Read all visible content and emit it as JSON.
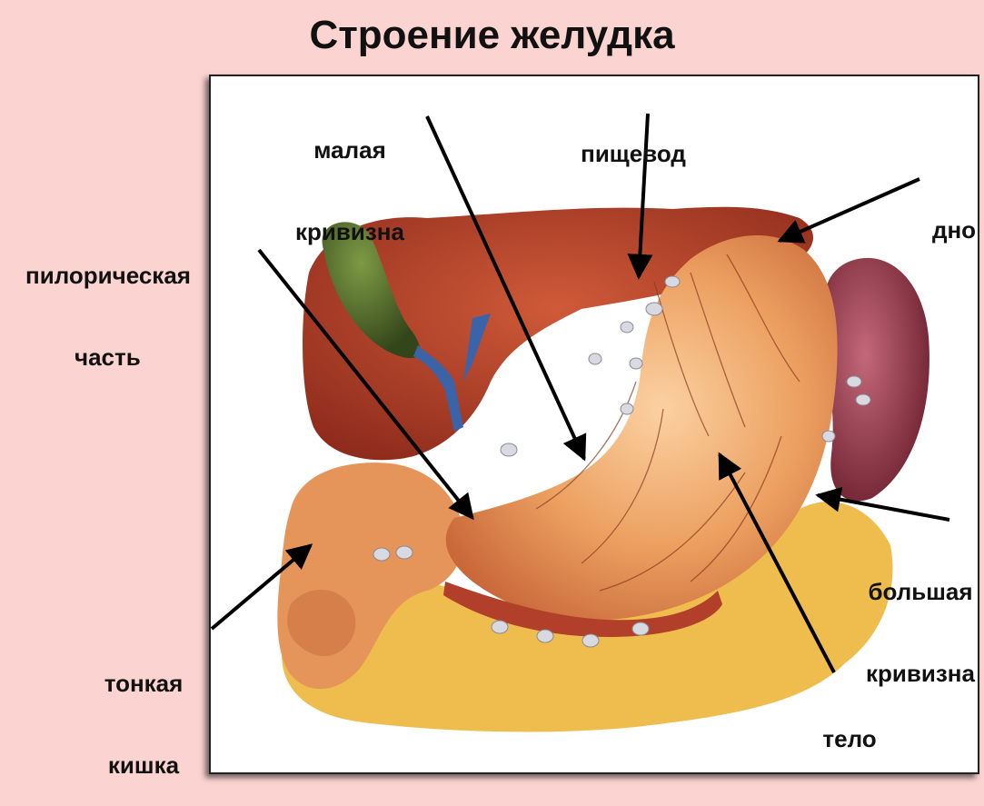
{
  "title": "Строение желудка",
  "labels": {
    "lesser_curvature": [
      "малая",
      "кривизна"
    ],
    "esophagus": "пищевод",
    "fundus": "дно",
    "pyloric_part": [
      "пилорическая",
      "часть"
    ],
    "greater_curvature": [
      "большая",
      "кривизна"
    ],
    "small_intestine": [
      "тонкая",
      "кишка"
    ],
    "body": "тело"
  },
  "colors": {
    "background": "#fbd3d0",
    "stomach": "#e89a55",
    "liver": "#b6412a",
    "gallbladder": "#4f6b2a",
    "spleen": "#8d2d3a",
    "fat": "#f0c04a"
  }
}
